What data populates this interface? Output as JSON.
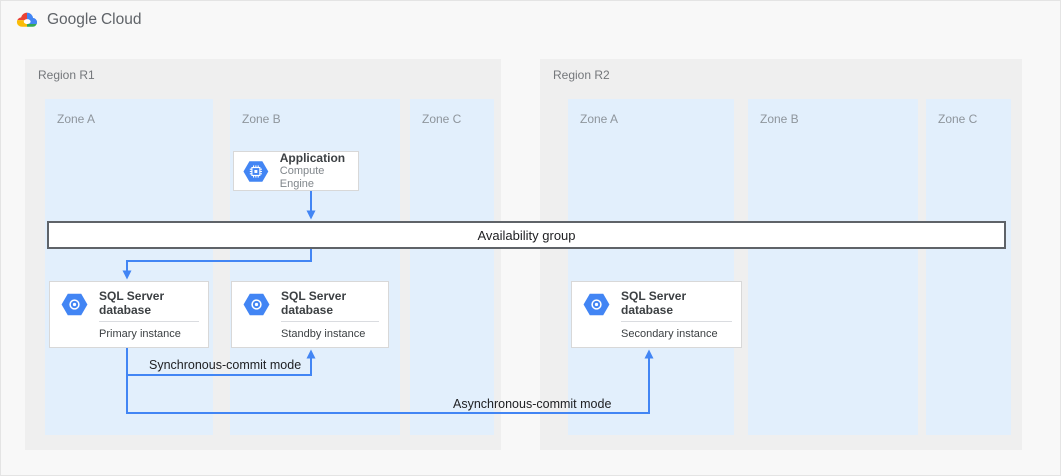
{
  "brand": {
    "google": "Google",
    "cloud": "Cloud"
  },
  "regions": [
    {
      "name": "Region R1",
      "zones": [
        "Zone A",
        "Zone B",
        "Zone C"
      ]
    },
    {
      "name": "Region R2",
      "zones": [
        "Zone A",
        "Zone B",
        "Zone C"
      ]
    }
  ],
  "nodes": {
    "application": {
      "title": "Application",
      "subtitle": "Compute Engine",
      "icon": "compute-engine-icon"
    },
    "availability_group": {
      "label": "Availability group"
    },
    "primary_db": {
      "title": "SQL Server database",
      "instance": "Primary instance",
      "icon": "cloud-sql-icon"
    },
    "standby_db": {
      "title": "SQL Server database",
      "instance": "Standby instance",
      "icon": "cloud-sql-icon"
    },
    "secondary_db": {
      "title": "SQL Server database",
      "instance": "Secondary instance",
      "icon": "cloud-sql-icon"
    }
  },
  "connectors": {
    "sync_label": "Synchronous-commit mode",
    "async_label": "Asynchronous-commit mode"
  },
  "icons": [
    "google-cloud-logo-icon",
    "compute-engine-icon",
    "cloud-sql-icon"
  ],
  "colors": {
    "connector_blue": "#4285f4",
    "icon_blue": "#4285f4",
    "zone_bg": "#e2effc",
    "region_bg": "#efefef",
    "bar_border": "#5f6368",
    "logo_red": "#ea4335",
    "logo_yellow": "#fbbc05",
    "logo_green": "#34a853",
    "logo_blue": "#4285f4"
  }
}
